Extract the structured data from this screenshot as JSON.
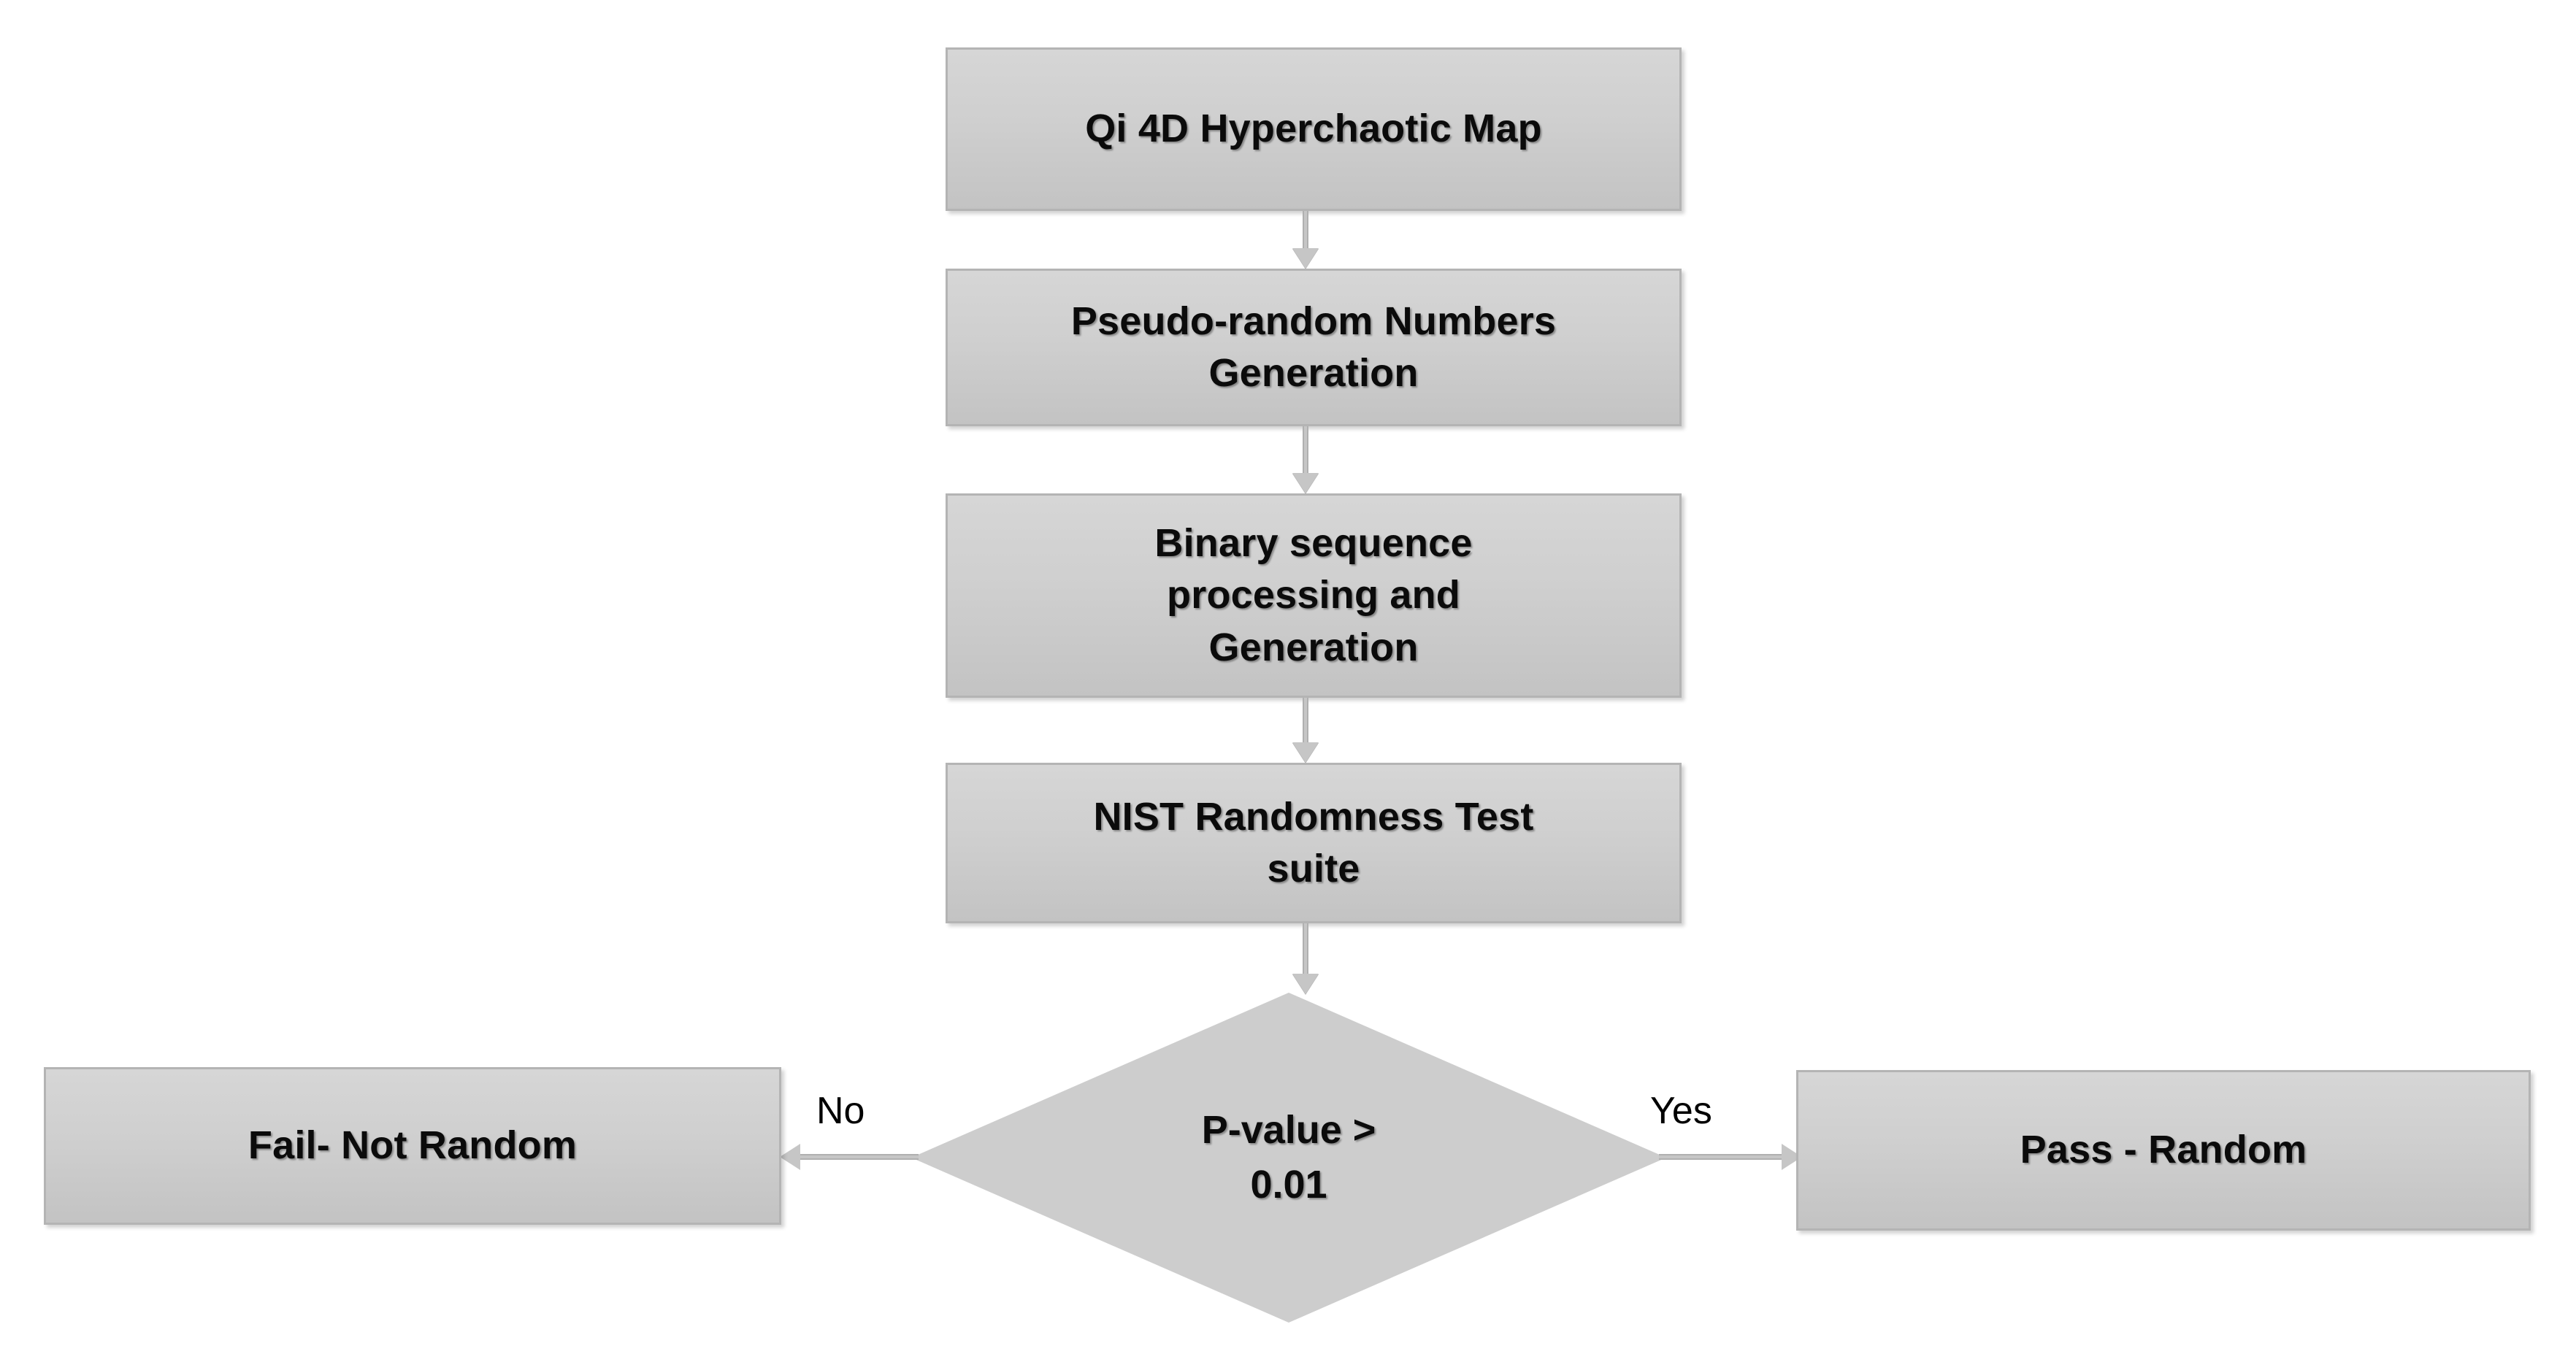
{
  "diagram": {
    "title": "NIST randomness testing flowchart",
    "type": "flowchart",
    "colors": {
      "node_fill_top": "#d6d6d6",
      "node_fill_bottom": "#c3c3c3",
      "node_border": "#b4b4b4",
      "diamond_fill": "#cdcdcd",
      "connector": "#c6c6c6",
      "text": "#0b0b0b",
      "background": "#ffffff"
    },
    "nodes": {
      "hyperchaotic_map": {
        "label": "Qi 4D Hyperchaotic Map",
        "shape": "rectangle"
      },
      "prng_generation": {
        "label": "Pseudo-random Numbers\nGeneration",
        "shape": "rectangle"
      },
      "binary_processing": {
        "label": "Binary sequence\nprocessing and\nGeneration",
        "shape": "rectangle"
      },
      "nist_test_suite": {
        "label": "NIST Randomness Test\nsuite",
        "shape": "rectangle"
      },
      "decision": {
        "label": "P-value >\n0.01",
        "shape": "diamond"
      },
      "fail_result": {
        "label": "Fail- Not Random",
        "shape": "rectangle"
      },
      "pass_result": {
        "label": "Pass - Random",
        "shape": "rectangle"
      }
    },
    "edges": {
      "no_branch": {
        "label": "No",
        "from": "decision",
        "to": "fail_result",
        "direction": "left"
      },
      "yes_branch": {
        "label": "Yes",
        "from": "decision",
        "to": "pass_result",
        "direction": "right"
      }
    }
  }
}
